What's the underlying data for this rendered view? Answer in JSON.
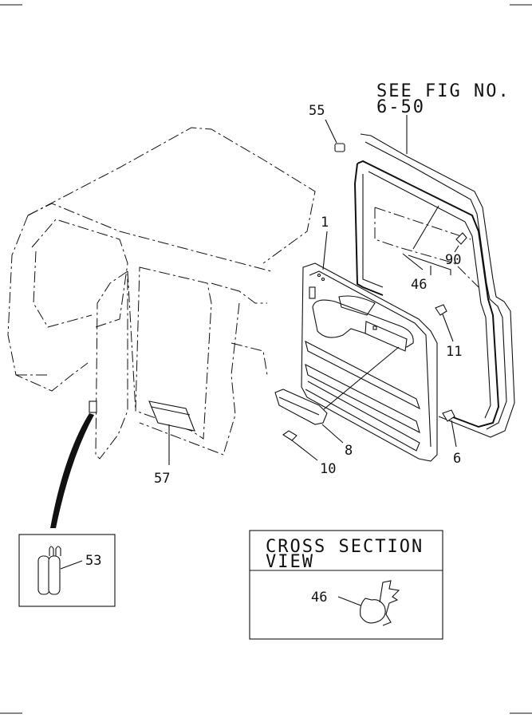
{
  "see_fig": {
    "line1": "SEE FIG NO.",
    "line2": "6-50"
  },
  "callouts": {
    "c1": "1",
    "c6": "6",
    "c8": "8",
    "c10": "10",
    "c11": "11",
    "c46": "46",
    "c53": "53",
    "c55": "55",
    "c57": "57",
    "c90": "90"
  },
  "cross_section": {
    "line1": "CROSS SECTION",
    "line2": "VIEW",
    "part_label": "46"
  }
}
